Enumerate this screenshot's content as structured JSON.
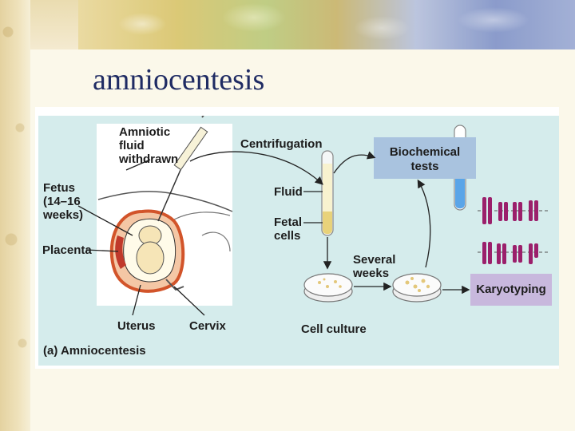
{
  "slide": {
    "title": "amniocentesis",
    "colors": {
      "title": "#1f2b63",
      "diagram_bg": "#d5ecec",
      "box_biochem": "#a9c3df",
      "box_karyo": "#c8b8dd",
      "chromosome": "#9b1f6b"
    }
  },
  "diagram": {
    "labels": {
      "amniotic_fluid": "Amniotic\nfluid\nwithdrawn",
      "fetus": "Fetus\n(14–16\nweeks)",
      "placenta": "Placenta",
      "uterus": "Uterus",
      "cervix": "Cervix",
      "centrifugation": "Centrifugation",
      "fluid": "Fluid",
      "fetal_cells": "Fetal\ncells",
      "several_weeks": "Several\nweeks",
      "cell_culture": "Cell culture",
      "caption": "(a) Amniocentesis"
    },
    "boxes": {
      "biochemical": "Biochemical\ntests",
      "karyotyping": "Karyotyping"
    },
    "icons": [
      "syringe-icon",
      "test-tube-icon",
      "petri-dish-icon",
      "chromosome-icon"
    ]
  }
}
